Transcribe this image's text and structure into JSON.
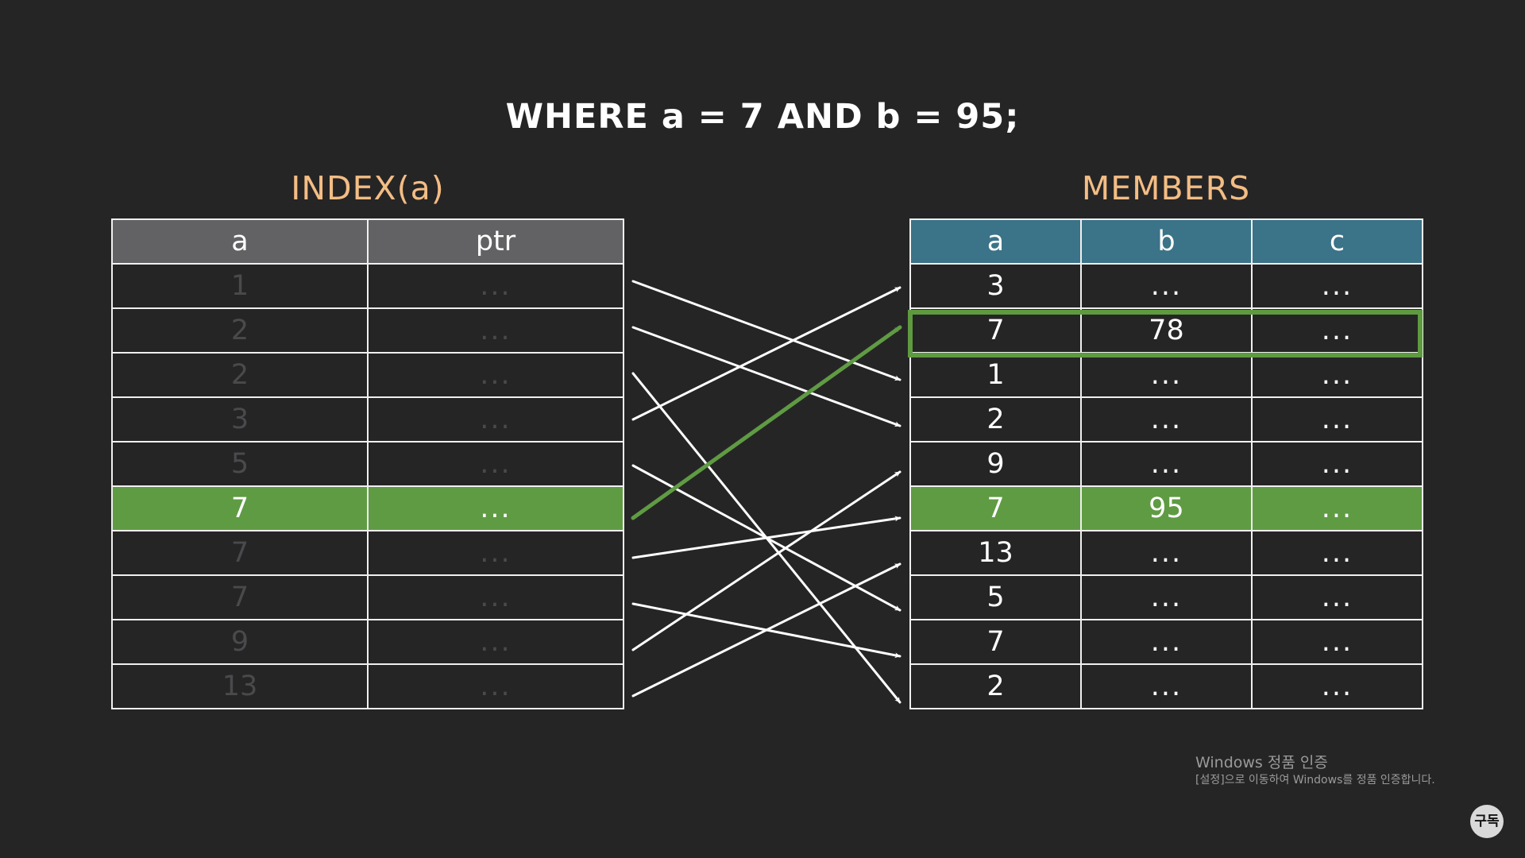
{
  "query": "WHERE a = 7 AND b = 95;",
  "index_table": {
    "title": "INDEX(a)",
    "headers": [
      "a",
      "ptr"
    ],
    "rows": [
      {
        "a": "1",
        "ptr": "..."
      },
      {
        "a": "2",
        "ptr": "..."
      },
      {
        "a": "2",
        "ptr": "..."
      },
      {
        "a": "3",
        "ptr": "..."
      },
      {
        "a": "5",
        "ptr": "..."
      },
      {
        "a": "7",
        "ptr": "..."
      },
      {
        "a": "7",
        "ptr": "..."
      },
      {
        "a": "7",
        "ptr": "..."
      },
      {
        "a": "9",
        "ptr": "..."
      },
      {
        "a": "13",
        "ptr": "..."
      }
    ],
    "highlighted_row": 6
  },
  "members_table": {
    "title": "MEMBERS",
    "headers": [
      "a",
      "b",
      "c"
    ],
    "rows": [
      {
        "a": "3",
        "b": "...",
        "c": "..."
      },
      {
        "a": "7",
        "b": "78",
        "c": "..."
      },
      {
        "a": "1",
        "b": "...",
        "c": "..."
      },
      {
        "a": "2",
        "b": "...",
        "c": "..."
      },
      {
        "a": "9",
        "b": "...",
        "c": "..."
      },
      {
        "a": "7",
        "b": "95",
        "c": "..."
      },
      {
        "a": "13",
        "b": "...",
        "c": "..."
      },
      {
        "a": "5",
        "b": "...",
        "c": "..."
      },
      {
        "a": "7",
        "b": "...",
        "c": "..."
      },
      {
        "a": "2",
        "b": "...",
        "c": "..."
      }
    ],
    "filled_row": 6,
    "outlined_row": 2
  },
  "pointers": [
    {
      "from_row": 1,
      "to_row": 3
    },
    {
      "from_row": 2,
      "to_row": 4
    },
    {
      "from_row": 3,
      "to_row": 10
    },
    {
      "from_row": 4,
      "to_row": 1
    },
    {
      "from_row": 5,
      "to_row": 8
    },
    {
      "from_row": 6,
      "to_row": 2,
      "highlighted": true
    },
    {
      "from_row": 7,
      "to_row": 6
    },
    {
      "from_row": 8,
      "to_row": 9
    },
    {
      "from_row": 9,
      "to_row": 5
    },
    {
      "from_row": 10,
      "to_row": 7
    }
  ],
  "colors": {
    "background": "#262526",
    "highlight_green": "#5f9b43",
    "arrow_white": "#ffffff",
    "index_header": "#626163",
    "members_header": "#3b7388",
    "title_orange": "#f3bd84"
  },
  "watermark": {
    "title": "Windows 정품 인증",
    "subtitle": "[설정]으로 이동하여 Windows를 정품 인증합니다."
  },
  "subscribe_badge": "구독"
}
